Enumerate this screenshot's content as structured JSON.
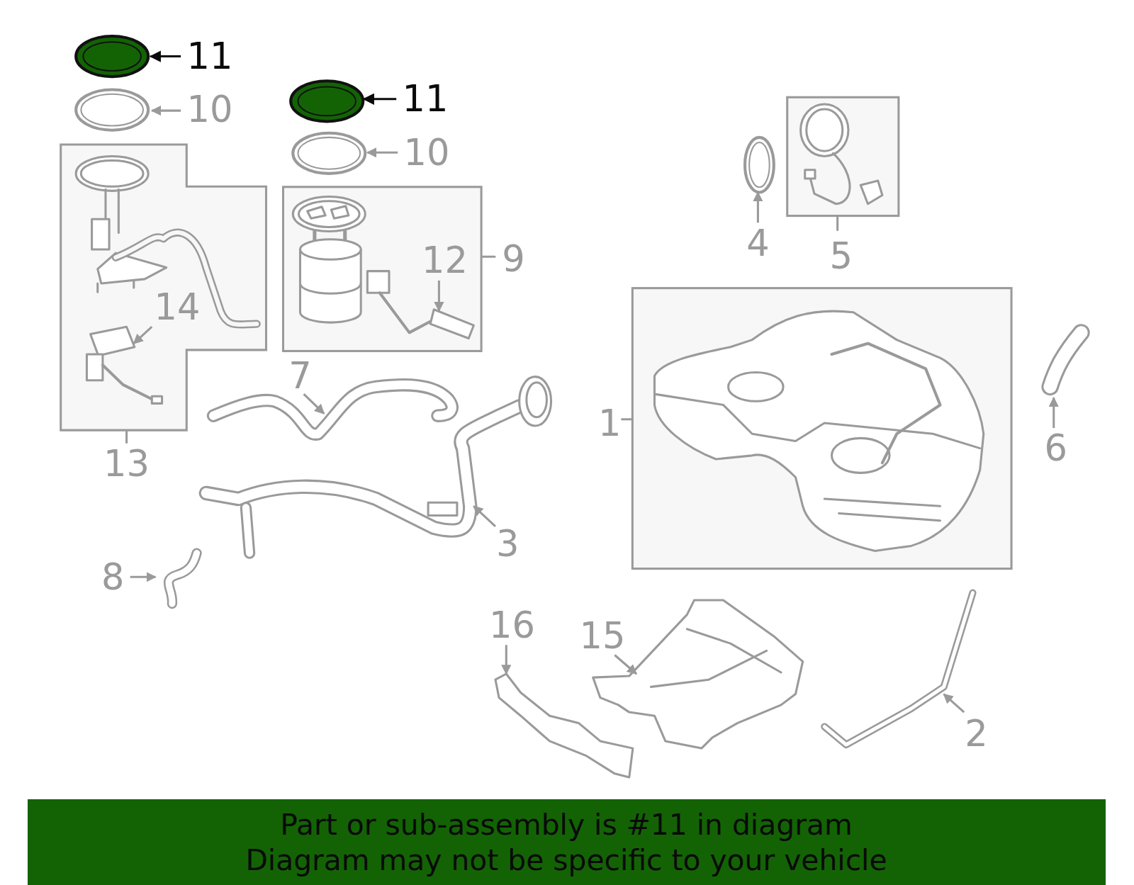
{
  "diagram": {
    "nodes": [
      {
        "text": [
          "13"
        ]
      },
      {
        "text": [
          "9"
        ]
      },
      {
        "text": [
          "5"
        ]
      },
      {
        "text": [
          "1"
        ]
      },
      {
        "text": [
          "Part or sub-assembly is #11 in diagram",
          "Diagram may not be specific to your vehicle"
        ]
      }
    ],
    "labels": [
      "11",
      "10",
      "11",
      "10",
      "4",
      "12",
      "14",
      "7",
      "6",
      "3",
      "8",
      "16",
      "15",
      "2"
    ]
  }
}
